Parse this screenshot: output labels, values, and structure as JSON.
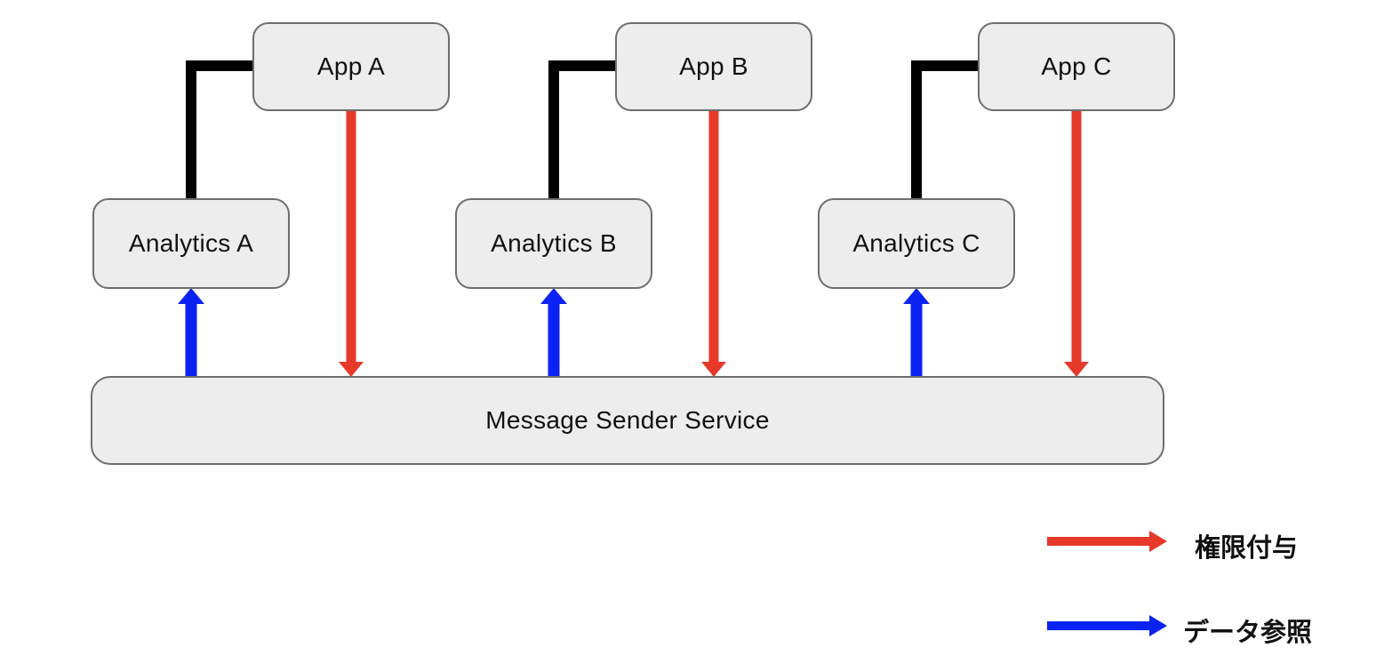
{
  "nodes": {
    "app_a": {
      "label": "App A"
    },
    "app_b": {
      "label": "App B"
    },
    "app_c": {
      "label": "App C"
    },
    "analytics_a": {
      "label": "Analytics A"
    },
    "analytics_b": {
      "label": "Analytics B"
    },
    "analytics_c": {
      "label": "Analytics C"
    },
    "service": {
      "label": "Message Sender Service"
    }
  },
  "edges": [
    {
      "from": "app_a",
      "to": "analytics_a",
      "type": "association",
      "style": "black-elbow"
    },
    {
      "from": "app_b",
      "to": "analytics_b",
      "type": "association",
      "style": "black-elbow"
    },
    {
      "from": "app_c",
      "to": "analytics_c",
      "type": "association",
      "style": "black-elbow"
    },
    {
      "from": "app_a",
      "to": "service",
      "type": "権限付与",
      "style": "red-arrow"
    },
    {
      "from": "app_b",
      "to": "service",
      "type": "権限付与",
      "style": "red-arrow"
    },
    {
      "from": "app_c",
      "to": "service",
      "type": "権限付与",
      "style": "red-arrow"
    },
    {
      "from": "service",
      "to": "analytics_a",
      "type": "データ参照",
      "style": "blue-arrow"
    },
    {
      "from": "service",
      "to": "analytics_b",
      "type": "データ参照",
      "style": "blue-arrow"
    },
    {
      "from": "service",
      "to": "analytics_c",
      "type": "データ参照",
      "style": "blue-arrow"
    }
  ],
  "legend": {
    "items": [
      {
        "id": "grant",
        "label": "権限付与",
        "color": "#e6392a"
      },
      {
        "id": "reference",
        "label": "データ参照",
        "color": "#0b23f2"
      }
    ]
  },
  "colors": {
    "grant_red": "#e6392a",
    "reference_blue": "#0b23f2",
    "connector_black": "#000000",
    "node_fill": "#ededed",
    "node_border": "#6e6e6e",
    "label_text": "#111111"
  }
}
